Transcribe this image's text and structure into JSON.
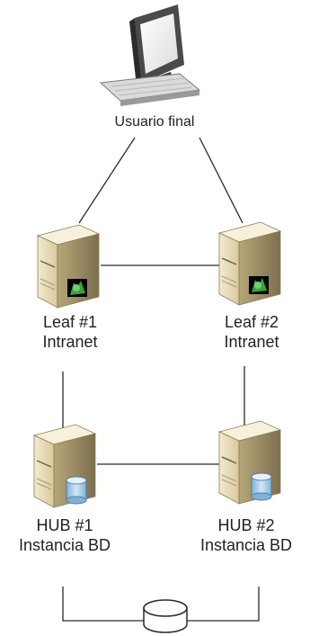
{
  "nodes": {
    "user": {
      "label": "Usuario final",
      "icon": "workstation-icon"
    },
    "leaf1": {
      "label_line1": "Leaf #1",
      "label_line2": "Intranet",
      "icon": "leaf-server-icon"
    },
    "leaf2": {
      "label_line1": "Leaf #2",
      "label_line2": "Intranet",
      "icon": "leaf-server-icon"
    },
    "hub1": {
      "label_line1": "HUB #1",
      "label_line2": "Instancia BD",
      "icon": "database-server-icon"
    },
    "hub2": {
      "label_line1": "HUB #2",
      "label_line2": "Instancia BD",
      "icon": "database-server-icon"
    },
    "storage": {
      "icon": "shared-storage-icon"
    }
  },
  "edges": [
    [
      "user",
      "leaf1"
    ],
    [
      "user",
      "leaf2"
    ],
    [
      "leaf1",
      "leaf2"
    ],
    [
      "leaf1",
      "hub1"
    ],
    [
      "leaf2",
      "hub2"
    ],
    [
      "hub1",
      "hub2"
    ],
    [
      "hub1",
      "storage"
    ],
    [
      "hub2",
      "storage"
    ]
  ],
  "colors": {
    "server_body": "#e9ddb6",
    "server_shadow": "#8a7d5c",
    "leaf_badge": "#3aa33a",
    "db_badge": "#a8cbe6",
    "monitor_frame": "#3b3b3b",
    "line": "#2a2a2a"
  }
}
